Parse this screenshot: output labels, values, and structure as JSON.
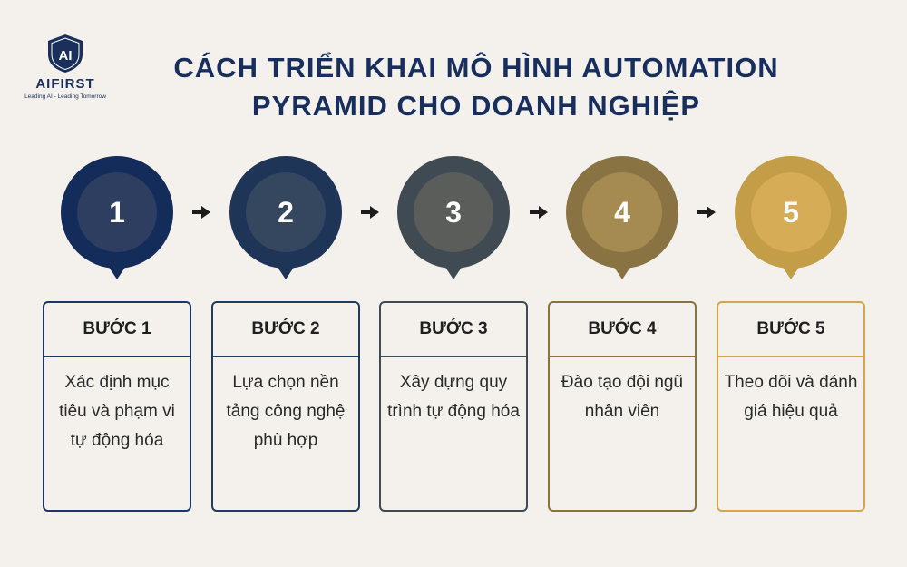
{
  "logo": {
    "mark": "AI",
    "name": "AIFIRST",
    "tagline": "Leading AI - Leading Tomorrow",
    "icon": "shield-logo-icon",
    "color": "#1a2f5c"
  },
  "title": {
    "line1": "CÁCH TRIỂN KHAI MÔ HÌNH AUTOMATION",
    "line2": "PYRAMID CHO DOANH NGHIỆP"
  },
  "arrow_icon": "right-arrow-icon",
  "steps": [
    {
      "number": "1",
      "heading": "BƯỚC 1",
      "text": "Xác định mục tiêu và phạm vi tự động hóa",
      "outer": "#142c5a",
      "inner": "#2e3e60",
      "border": "#1c3566"
    },
    {
      "number": "2",
      "heading": "BƯỚC 2",
      "text": "Lựa chọn nền tảng công nghệ phù hợp",
      "outer": "#1e3558",
      "inner": "#35465f",
      "border": "#223a5e"
    },
    {
      "number": "3",
      "heading": "BƯỚC 3",
      "text": "Xây dựng quy trình tự động hóa",
      "outer": "#3f4a52",
      "inner": "#5a5d59",
      "border": "#3f4a52"
    },
    {
      "number": "4",
      "heading": "BƯỚC 4",
      "text": "Đào tạo đội ngũ nhân viên",
      "outer": "#8a7343",
      "inner": "#a58b52",
      "border": "#8a7343"
    },
    {
      "number": "5",
      "heading": "BƯỚC 5",
      "text": "Theo dõi và đánh giá hiệu quả",
      "outer": "#c49d48",
      "inner": "#d6ad56",
      "border": "#d2a64c"
    }
  ]
}
